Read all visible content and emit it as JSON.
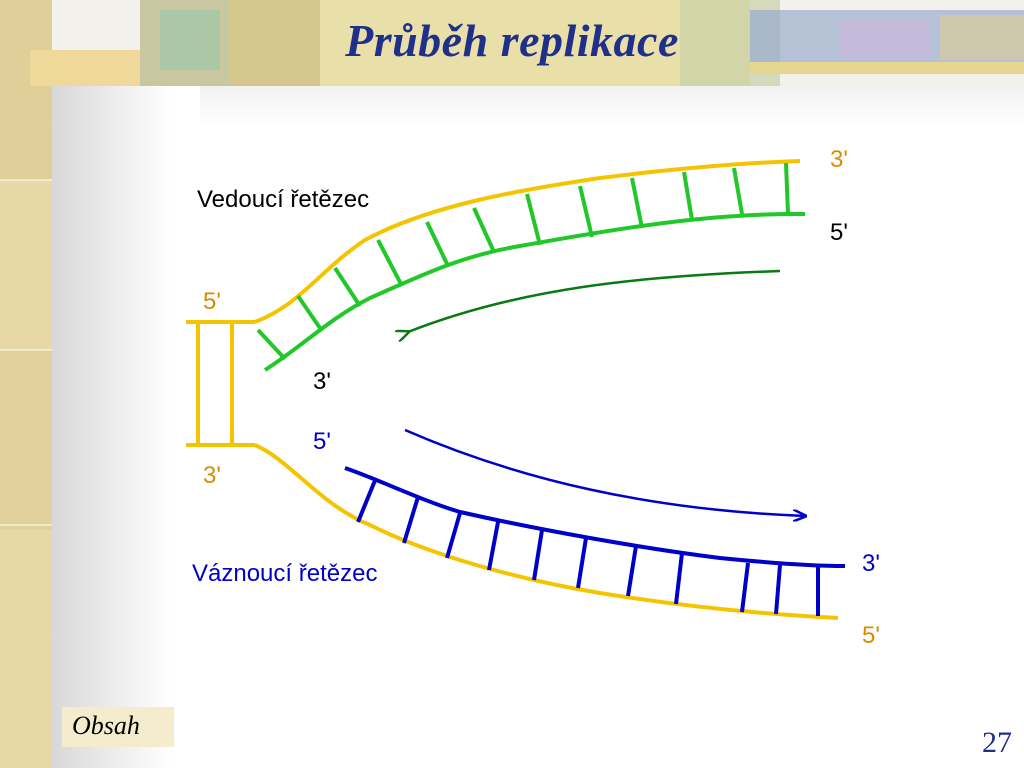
{
  "slide": {
    "title": "Průběh replikace",
    "nav_button": "Obsah",
    "page_number": "27"
  },
  "diagram": {
    "leading_label": "Vedoucí řetězec",
    "lagging_label": "Váznoucí řetězec",
    "label_leading_top_3": "3'",
    "label_leading_top_5": "5'",
    "label_parent_left_5": "5'",
    "label_middle_3": "3'",
    "label_middle_5": "5'",
    "label_parent_left_3": "3'",
    "label_lagging_right_3": "3'",
    "label_lagging_right_5": "5'"
  },
  "colors": {
    "parent_strand": "#f5c400",
    "leading_strand": "#22c72a",
    "leading_arrow": "#0a7a12",
    "lagging_strand": "#0000c8",
    "label_orange": "#d98c00"
  }
}
